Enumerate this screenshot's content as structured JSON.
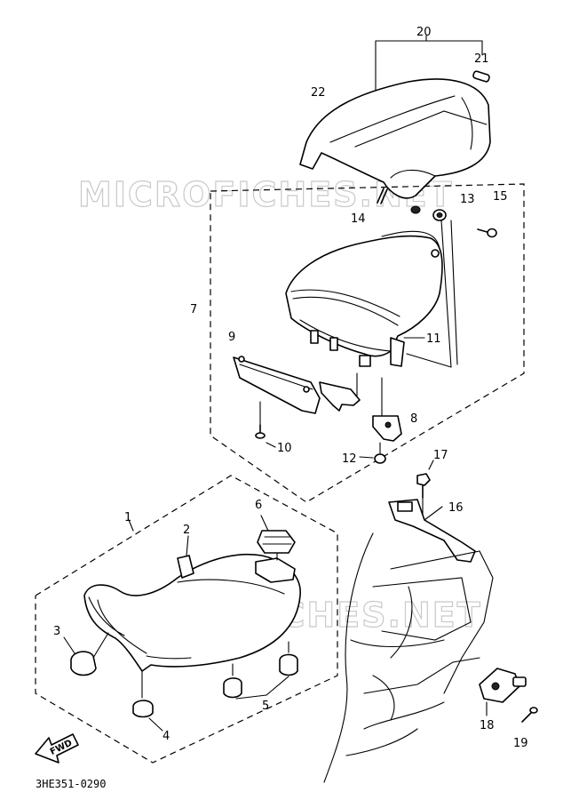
{
  "diagram": {
    "code": "3HE351-0290",
    "watermark": "MICROFICHES.NET",
    "fwd": "FWD",
    "callouts": [
      {
        "id": "c20",
        "text": "20"
      },
      {
        "id": "c21",
        "text": "21"
      },
      {
        "id": "c22",
        "text": "22"
      },
      {
        "id": "c13",
        "text": "13"
      },
      {
        "id": "c15",
        "text": "15"
      },
      {
        "id": "c14",
        "text": "14"
      },
      {
        "id": "c7",
        "text": "7"
      },
      {
        "id": "c9",
        "text": "9"
      },
      {
        "id": "c11",
        "text": "11"
      },
      {
        "id": "c8",
        "text": "8"
      },
      {
        "id": "c10",
        "text": "10"
      },
      {
        "id": "c12",
        "text": "12"
      },
      {
        "id": "c17",
        "text": "17"
      },
      {
        "id": "c16",
        "text": "16"
      },
      {
        "id": "c1",
        "text": "1"
      },
      {
        "id": "c6",
        "text": "6"
      },
      {
        "id": "c2",
        "text": "2"
      },
      {
        "id": "c3",
        "text": "3"
      },
      {
        "id": "c5",
        "text": "5"
      },
      {
        "id": "c4",
        "text": "4"
      },
      {
        "id": "c18",
        "text": "18"
      },
      {
        "id": "c19",
        "text": "19"
      }
    ]
  }
}
